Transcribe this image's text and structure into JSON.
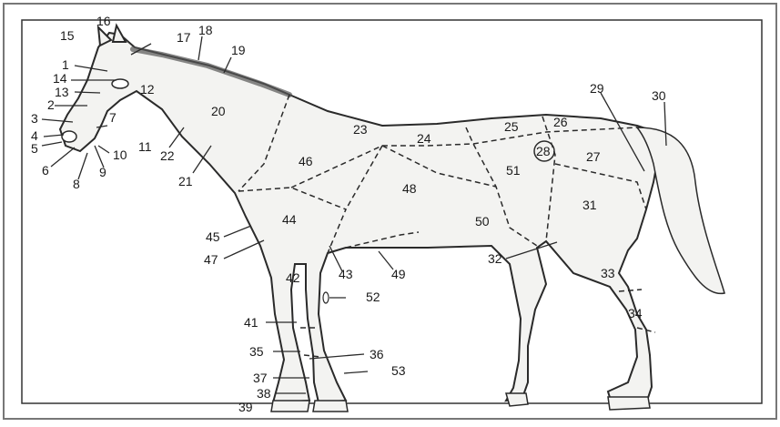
{
  "diagram": {
    "labels": [
      "1",
      "2",
      "3",
      "4",
      "5",
      "6",
      "7",
      "8",
      "9",
      "10",
      "11",
      "12",
      "13",
      "14",
      "15",
      "16",
      "17",
      "18",
      "19",
      "20",
      "21",
      "22",
      "23",
      "24",
      "25",
      "26",
      "27",
      "28",
      "29",
      "30",
      "31",
      "32",
      "33",
      "34",
      "35",
      "36",
      "37",
      "38",
      "39",
      "41",
      "42",
      "43",
      "44",
      "45",
      "46",
      "47",
      "48",
      "49",
      "50",
      "51",
      "52",
      "53"
    ]
  },
  "colors": {
    "outline": "#2a2a2a",
    "fill": "#f3f3f1",
    "ink": "#1a1a1a",
    "frame": "#777777",
    "mane": "#555555"
  }
}
